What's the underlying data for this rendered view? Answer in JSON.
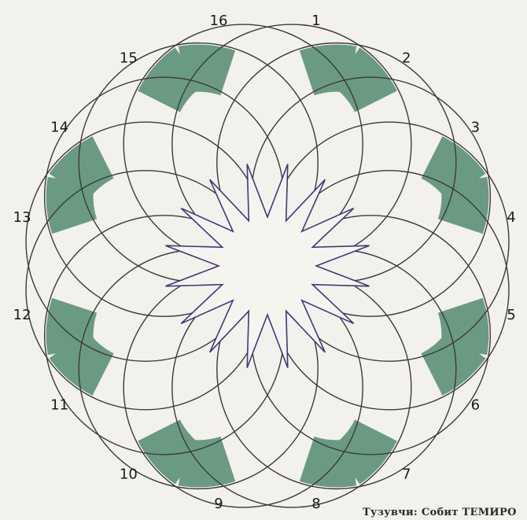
{
  "puzzle": {
    "numbers": [
      "1",
      "2",
      "3",
      "4",
      "5",
      "6",
      "7",
      "8",
      "9",
      "10",
      "11",
      "12",
      "13",
      "14",
      "15",
      "16"
    ],
    "colors": {
      "background": "#f3f1ec",
      "line": "#3a3a3a",
      "shade": "#6b9a82",
      "star": "#3a3a7a"
    }
  },
  "credit": {
    "text": "Тузувчи: Собит ТЕМИРО"
  }
}
